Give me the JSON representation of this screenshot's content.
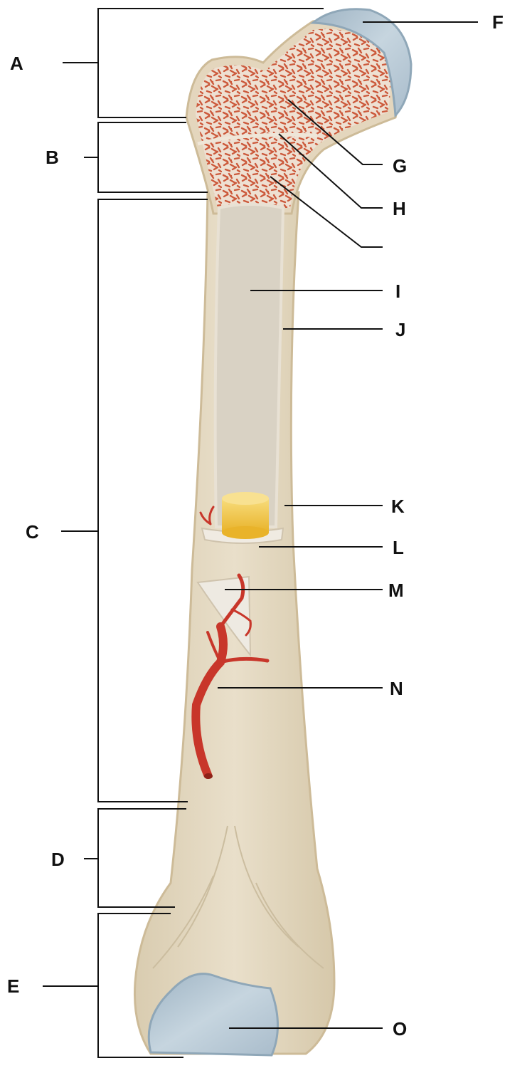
{
  "colors": {
    "bone": "#e6dcc6",
    "bone_shadow": "#d6c8aa",
    "outline": "#cdbb98",
    "cartilage": "#b8cad6",
    "cartilage_edge": "#8fa7b8",
    "spongy_red": "#cc5a3c",
    "spongy_bg": "#eee0d2",
    "medullary": "#d9d2c4",
    "yellow_marrow": "#f2c441",
    "artery": "#c8362a"
  },
  "regions": {
    "A": "A",
    "B": "B",
    "C": "C",
    "D": "D",
    "E": "E"
  },
  "structures": {
    "F": "F",
    "G": "G",
    "H": "H",
    "blank": "",
    "I": "I",
    "J": "J",
    "K": "K",
    "L": "L",
    "M": "M",
    "N": "N",
    "O": "O"
  }
}
